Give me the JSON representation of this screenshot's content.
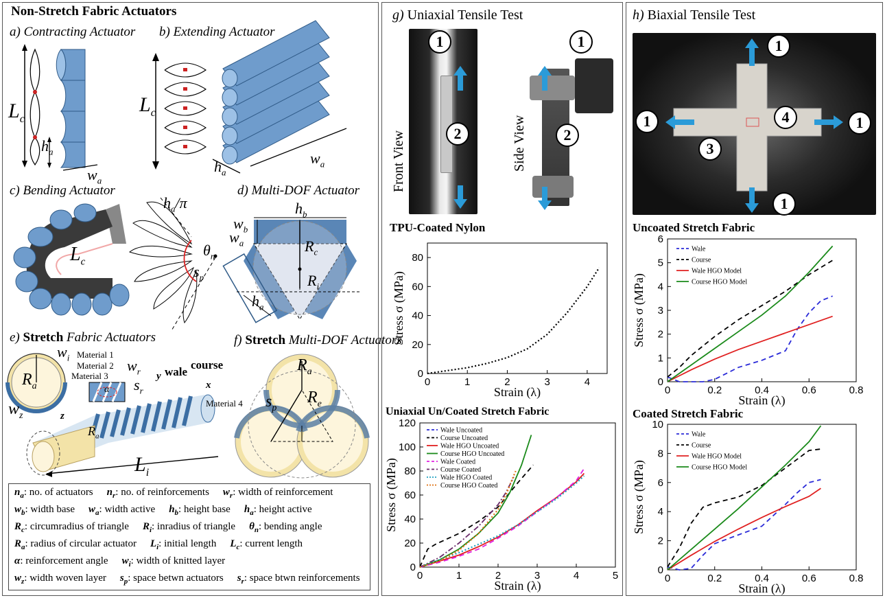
{
  "left_panel": {
    "title": "Non-Stretch Fabric Actuators",
    "a": {
      "letter": "a)",
      "text": "Contracting Actuator",
      "Lc": "L",
      "Lc_sub": "c",
      "ha": "h",
      "ha_sub": "a",
      "wa": "w",
      "wa_sub": "a"
    },
    "b": {
      "letter": "b)",
      "text": "Extending Actuator",
      "Lc": "L",
      "Lc_sub": "c",
      "ha": "h",
      "ha_sub": "a",
      "wa": "w",
      "wa_sub": "a"
    },
    "c": {
      "letter": "c)",
      "text": "Bending Actuator",
      "Lc": "L",
      "Lc_sub": "c",
      "hapi": "h",
      "hapi_sub": "a",
      "hapi_suffix": "/π",
      "theta": "θ",
      "theta_sub": "n",
      "sp": "s",
      "sp_sub": "p"
    },
    "d": {
      "letter": "d)",
      "text": "Multi-DOF Actuator",
      "hb": "h",
      "hb_sub": "b",
      "wb": "w",
      "wb_sub": "b",
      "wa": "w",
      "wa_sub": "a",
      "Rc": "R",
      "Rc_sub": "c",
      "Ri": "R",
      "Ri_sub": "i",
      "ha": "h",
      "ha_sub": "a"
    },
    "e": {
      "letter": "e)",
      "bold": "Stretch",
      "text": "Fabric Actuators",
      "Ra": "R",
      "Ra_sub": "a",
      "wi": "w",
      "wi_sub": "i",
      "wr": "w",
      "wr_sub": "r",
      "sr": "s",
      "sr_sub": "r",
      "wz": "w",
      "wz_sub": "z",
      "alpha": "α",
      "m1": "Material 1",
      "m2": "Material 2",
      "m3": "Material 3",
      "m4": "Material 4",
      "wale": "wale",
      "course": "course",
      "y": "y",
      "x": "x",
      "z": "z",
      "Li": "L",
      "Li_sub": "i"
    },
    "f": {
      "letter": "f)",
      "bold": "Stretch",
      "text": "Multi-DOF Actuators",
      "Ra": "R",
      "Ra_sub": "a",
      "Re": "R",
      "Re_sub": "e",
      "sp": "s",
      "sp_sub": "p"
    }
  },
  "legend": {
    "rows": [
      [
        [
          "n",
          "a",
          ": no. of actuators"
        ],
        [
          "n",
          "r",
          ": no. of reinforcements"
        ],
        [
          "w",
          "r",
          ": width of reinforcement"
        ]
      ],
      [
        [
          "w",
          "b",
          ": width base"
        ],
        [
          "w",
          "a",
          ": width active"
        ],
        [
          "h",
          "b",
          ": height base"
        ],
        [
          "h",
          "a",
          ": height active"
        ]
      ],
      [
        [
          "R",
          "c",
          ": circumradius of triangle"
        ],
        [
          "R",
          "i",
          ": inradius of triangle"
        ],
        [
          "θ",
          "n",
          ": bending angle"
        ]
      ],
      [
        [
          "R",
          "a",
          ": radius of circular actuator"
        ],
        [
          "L",
          "i",
          ": initial length"
        ],
        [
          "L",
          "c",
          ": current length"
        ]
      ],
      [
        [
          "α",
          "",
          ": reinforcement angle"
        ],
        [
          "w",
          "i",
          ": width of knitted layer"
        ]
      ],
      [
        [
          "w",
          "z",
          ": width woven layer"
        ],
        [
          "s",
          "p",
          ": space betwn actuators"
        ],
        [
          "s",
          "r",
          ": space btwn reinforcements"
        ]
      ]
    ]
  },
  "middle_panel": {
    "g_letter": "g)",
    "g_title": "Uniaxial Tensile Test",
    "front_view": "Front View",
    "side_view": "Side View",
    "num1": "1",
    "num2": "2"
  },
  "right_panel": {
    "h_letter": "h)",
    "h_title": "Biaxial Tensile Test",
    "num1": "1",
    "num3": "3",
    "num4": "4"
  },
  "chart_data": [
    {
      "id": "tpu",
      "type": "line",
      "title": "TPU-Coated Nylon",
      "xlabel": "Strain (λ)",
      "ylabel": "Stress σ (MPa)",
      "xlim": [
        0,
        4.5
      ],
      "ylim": [
        0,
        90
      ],
      "xticks": [
        0,
        1,
        2,
        3,
        4
      ],
      "yticks": [
        0,
        20,
        40,
        60,
        80
      ],
      "series": [
        {
          "style": "dotted",
          "color": "#000000",
          "x": [
            0,
            0.5,
            1.0,
            1.5,
            2.0,
            2.5,
            3.0,
            3.5,
            4.0,
            4.3
          ],
          "y": [
            0,
            2,
            4,
            7,
            11,
            17,
            27,
            42,
            60,
            73
          ]
        }
      ]
    },
    {
      "id": "uniaxial",
      "type": "line",
      "title": "Uniaxial Un/Coated Stretch Fabric",
      "xlabel": "Strain (λ)",
      "ylabel": "Stress σ (MPa)",
      "xlim": [
        0,
        5
      ],
      "ylim": [
        0,
        120
      ],
      "xticks": [
        0,
        1,
        2,
        3,
        4,
        5
      ],
      "yticks": [
        0,
        20,
        40,
        60,
        80,
        100,
        120
      ],
      "series": [
        {
          "name": "Wale Uncoated",
          "style": "dashed",
          "color": "#2a2ad8",
          "x": [
            0,
            0.1,
            0.2
          ],
          "y": [
            0,
            1,
            2
          ]
        },
        {
          "name": "Course Uncoated",
          "style": "dashed",
          "color": "#000000",
          "x": [
            0,
            0.2,
            0.4,
            1.0,
            1.5,
            2.0,
            2.5,
            2.9
          ],
          "y": [
            0,
            15,
            19,
            28,
            38,
            50,
            70,
            85
          ]
        },
        {
          "name": "Wale HGO Uncoated",
          "style": "solid",
          "color": "#e02020",
          "x": [
            0,
            0.2,
            0.5,
            1.0,
            1.5,
            2.0,
            2.5,
            3.0,
            3.5,
            4.0,
            4.2
          ],
          "y": [
            0,
            2,
            5,
            10,
            17,
            25,
            35,
            47,
            58,
            71,
            78
          ]
        },
        {
          "name": "Course HGO Uncoated",
          "style": "solid",
          "color": "#1a8a1a",
          "x": [
            0,
            0.5,
            1.0,
            1.5,
            2.0,
            2.3,
            2.6,
            2.85
          ],
          "y": [
            0,
            6,
            15,
            28,
            45,
            62,
            85,
            110
          ]
        },
        {
          "name": "Wale Coated",
          "style": "dashed",
          "color": "#e020e0",
          "x": [
            0,
            0.5,
            1.0,
            1.5,
            2.0,
            2.5,
            3.0,
            3.5,
            4.0,
            4.2
          ],
          "y": [
            0,
            4,
            9,
            15,
            24,
            34,
            46,
            58,
            72,
            82
          ]
        },
        {
          "name": "Course Coated",
          "style": "dashdot",
          "color": "#6a2a6a",
          "x": [
            0,
            0.5,
            1.0,
            1.5,
            2.0,
            2.2,
            2.4
          ],
          "y": [
            0,
            8,
            20,
            34,
            52,
            62,
            75
          ]
        },
        {
          "name": "Wale HGO Coated",
          "style": "dotted",
          "color": "#20a0c0",
          "x": [
            0,
            0.5,
            1.0,
            1.5,
            2.0,
            2.5,
            3.0,
            3.5,
            4.0,
            4.2
          ],
          "y": [
            0,
            6,
            12,
            19,
            26,
            35,
            46,
            57,
            70,
            76
          ]
        },
        {
          "name": "Course HGO Coated",
          "style": "dotted",
          "color": "#e07010",
          "x": [
            0,
            0.5,
            1.0,
            1.5,
            2.0,
            2.2,
            2.45
          ],
          "y": [
            0,
            5,
            14,
            28,
            48,
            60,
            80
          ]
        }
      ]
    },
    {
      "id": "uncoated",
      "type": "line",
      "title": "Uncoated Stretch Fabric",
      "xlabel": "Strain (λ)",
      "ylabel": "Stress σ (MPa)",
      "xlim": [
        0,
        0.8
      ],
      "ylim": [
        0,
        6
      ],
      "xticks": [
        0,
        0.2,
        0.4,
        0.6,
        0.8
      ],
      "yticks": [
        0,
        1,
        2,
        3,
        4,
        5,
        6
      ],
      "xticklabels": [
        "0",
        "0.2",
        "0.4",
        "0.6",
        "0.8"
      ],
      "series": [
        {
          "name": "Wale",
          "style": "dashed",
          "color": "#2a2ad8",
          "x": [
            0,
            0.05,
            0.1,
            0.15,
            0.2,
            0.3,
            0.4,
            0.5,
            0.55,
            0.6,
            0.65,
            0.7
          ],
          "y": [
            0.2,
            0,
            0,
            -0.05,
            0.1,
            0.6,
            0.9,
            1.3,
            2.2,
            2.9,
            3.4,
            3.6
          ]
        },
        {
          "name": "Course",
          "style": "dashed",
          "color": "#000000",
          "x": [
            0,
            0.05,
            0.1,
            0.2,
            0.3,
            0.4,
            0.5,
            0.6,
            0.7
          ],
          "y": [
            0.2,
            0.6,
            1.1,
            1.9,
            2.6,
            3.2,
            3.8,
            4.5,
            5.1
          ]
        },
        {
          "name": "Wale HGO Model",
          "style": "solid",
          "color": "#e02020",
          "x": [
            0,
            0.1,
            0.2,
            0.3,
            0.4,
            0.5,
            0.6,
            0.7
          ],
          "y": [
            0,
            0.5,
            0.95,
            1.35,
            1.7,
            2.05,
            2.4,
            2.75
          ]
        },
        {
          "name": "Course HGO Model",
          "style": "solid",
          "color": "#1a8a1a",
          "x": [
            0,
            0.1,
            0.2,
            0.3,
            0.4,
            0.5,
            0.6,
            0.7
          ],
          "y": [
            0,
            0.7,
            1.4,
            2.1,
            2.8,
            3.6,
            4.6,
            5.7
          ]
        }
      ]
    },
    {
      "id": "coated",
      "type": "line",
      "title": "Coated Stretch Fabric",
      "xlabel": "Strain (λ)",
      "ylabel": "Stress σ (MPa)",
      "xlim": [
        0,
        0.8
      ],
      "ylim": [
        0,
        10
      ],
      "xticks": [
        0,
        0.2,
        0.4,
        0.6,
        0.8
      ],
      "yticks": [
        0,
        2,
        4,
        6,
        8,
        10
      ],
      "xticklabels": [
        "0",
        "0.2",
        "0.4",
        "0.6",
        "0.8"
      ],
      "series": [
        {
          "name": "Wale",
          "style": "dashed",
          "color": "#2a2ad8",
          "x": [
            0,
            0.05,
            0.1,
            0.15,
            0.2,
            0.3,
            0.4,
            0.5,
            0.55,
            0.6,
            0.65
          ],
          "y": [
            0.2,
            0,
            0.1,
            1.0,
            1.8,
            2.4,
            3.0,
            4.5,
            5.3,
            6.0,
            6.2
          ]
        },
        {
          "name": "Course",
          "style": "dashed",
          "color": "#000000",
          "x": [
            0,
            0.05,
            0.1,
            0.15,
            0.2,
            0.3,
            0.4,
            0.5,
            0.6,
            0.65
          ],
          "y": [
            0.2,
            1.5,
            3.2,
            4.3,
            4.6,
            5.0,
            5.8,
            7.0,
            8.2,
            8.3
          ]
        },
        {
          "name": "Wale HGO Model",
          "style": "solid",
          "color": "#e02020",
          "x": [
            0,
            0.1,
            0.2,
            0.3,
            0.4,
            0.5,
            0.6,
            0.65
          ],
          "y": [
            0,
            1.0,
            1.95,
            2.8,
            3.6,
            4.35,
            5.05,
            5.6
          ]
        },
        {
          "name": "Course HGO Model",
          "style": "solid",
          "color": "#1a8a1a",
          "x": [
            0,
            0.1,
            0.2,
            0.3,
            0.4,
            0.5,
            0.6,
            0.65
          ],
          "y": [
            0,
            1.4,
            2.8,
            4.2,
            5.7,
            7.2,
            8.8,
            9.9
          ]
        }
      ]
    }
  ],
  "colors": {
    "fabric_blue": "#6f9ccc",
    "fabric_dark": "#3c6ea3",
    "coating_yellow": "#f3e3a8",
    "arrow_blue": "#2b9bd8"
  }
}
